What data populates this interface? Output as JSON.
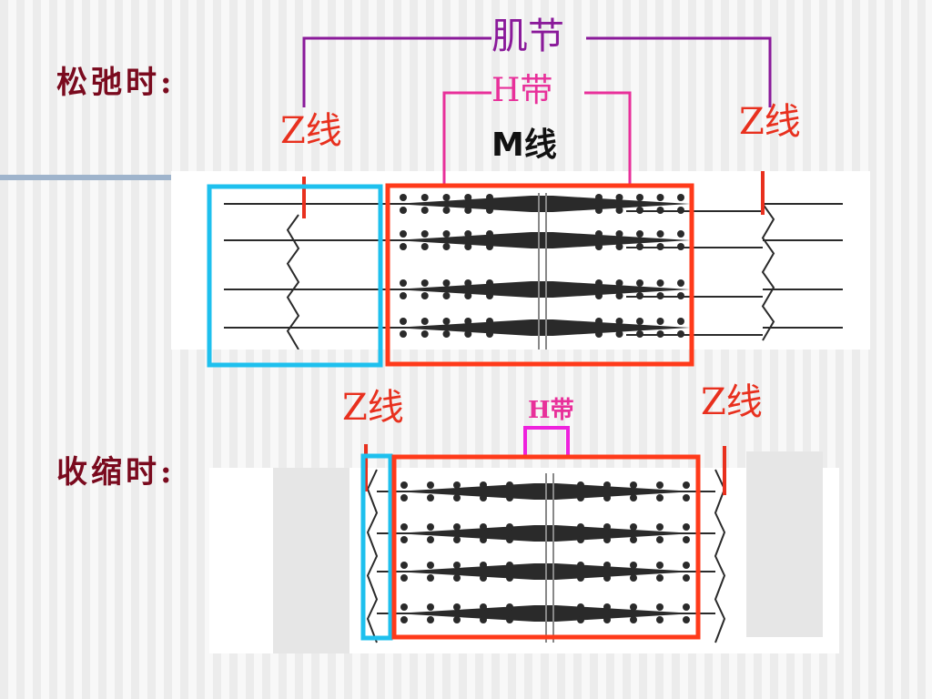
{
  "relaxed": {
    "state_label": "松弛时:",
    "sarcomere_label": "肌节",
    "h_band_label": "H带",
    "m_line_label": "M线",
    "z_line_left_label": "Z线",
    "z_line_right_label": "Z线"
  },
  "contracted": {
    "state_label": "收缩时:",
    "h_band_label": "H带",
    "z_line_left_label": "Z线",
    "z_line_right_label": "Z线"
  },
  "colors": {
    "sarcomere_bracket": "#8a1a9a",
    "h_band_bracket": "#e8309a",
    "z_line_marker": "#e8301e",
    "highlight_red": "#ff3a1a",
    "highlight_blue": "#1ec0ee",
    "state_label": "#7a0a1e",
    "filament": "#2a2a2a"
  }
}
